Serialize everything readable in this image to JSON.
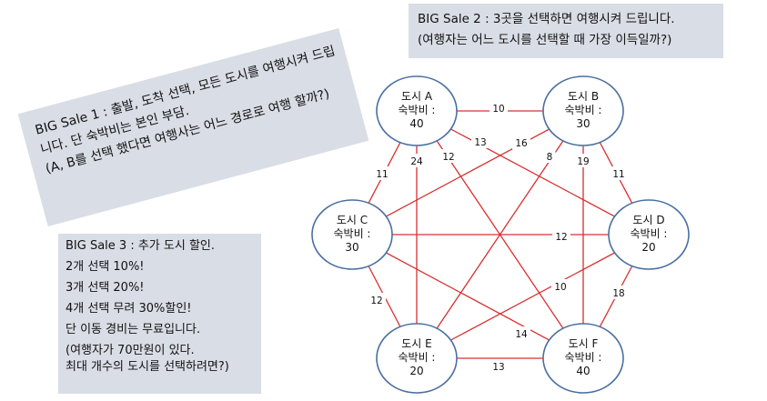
{
  "notes": {
    "sale1": [
      "BIG Sale 1 : 출발, 도착 선택, 모든 도시를 여행시켜 드립",
      "니다.  단 숙박비는 본인 부담.",
      "(A, B를 선택 했다면 여행사는 어느 경로로 여행 할까?)"
    ],
    "sale2": [
      "BIG Sale 2 : 3곳을 선택하면 여행시켜 드립니다.",
      "(여행자는 어느 도시를 선택할 때 가장 이득일까?)"
    ],
    "sale3": [
      "BIG Sale 3 : 추가 도시 할인.",
      "2개 선택 10%!",
      "3개 선택 20%!",
      "4개 선택 무려 30%할인!",
      "단 이동 경비는 무료입니다.",
      "(여행자가 70만원이 있다.",
      "최대 개수의 도시를 선택하려면?)"
    ]
  },
  "graph": {
    "nodes": [
      {
        "id": "A",
        "name": "도시 A",
        "cost_label": "숙박비 :",
        "cost": "40"
      },
      {
        "id": "B",
        "name": "도시 B",
        "cost_label": "숙박비 :",
        "cost": "30"
      },
      {
        "id": "C",
        "name": "도시 C",
        "cost_label": "숙박비 :",
        "cost": "30"
      },
      {
        "id": "D",
        "name": "도시 D",
        "cost_label": "숙박비 :",
        "cost": "20"
      },
      {
        "id": "E",
        "name": "도시 E",
        "cost_label": "숙박비 :",
        "cost": "20"
      },
      {
        "id": "F",
        "name": "도시 F",
        "cost_label": "숙박비 :",
        "cost": "40"
      }
    ],
    "edges": [
      {
        "from": "A",
        "to": "B",
        "weight": "10"
      },
      {
        "from": "A",
        "to": "C",
        "weight": "11"
      },
      {
        "from": "A",
        "to": "D",
        "weight": "13"
      },
      {
        "from": "A",
        "to": "E",
        "weight": "24"
      },
      {
        "from": "A",
        "to": "F",
        "weight": "12"
      },
      {
        "from": "B",
        "to": "C",
        "weight": "16"
      },
      {
        "from": "B",
        "to": "D",
        "weight": "11"
      },
      {
        "from": "B",
        "to": "E",
        "weight": "8"
      },
      {
        "from": "B",
        "to": "F",
        "weight": "19"
      },
      {
        "from": "C",
        "to": "D",
        "weight": "12"
      },
      {
        "from": "C",
        "to": "E",
        "weight": "12"
      },
      {
        "from": "C",
        "to": "F",
        "weight": "14"
      },
      {
        "from": "D",
        "to": "E",
        "weight": "10"
      },
      {
        "from": "D",
        "to": "F",
        "weight": "18"
      },
      {
        "from": "E",
        "to": "F",
        "weight": "13"
      }
    ],
    "colors": {
      "edge": "#d93030",
      "node_border": "#4a6fa0",
      "box_bg": "#d9dde5"
    }
  }
}
